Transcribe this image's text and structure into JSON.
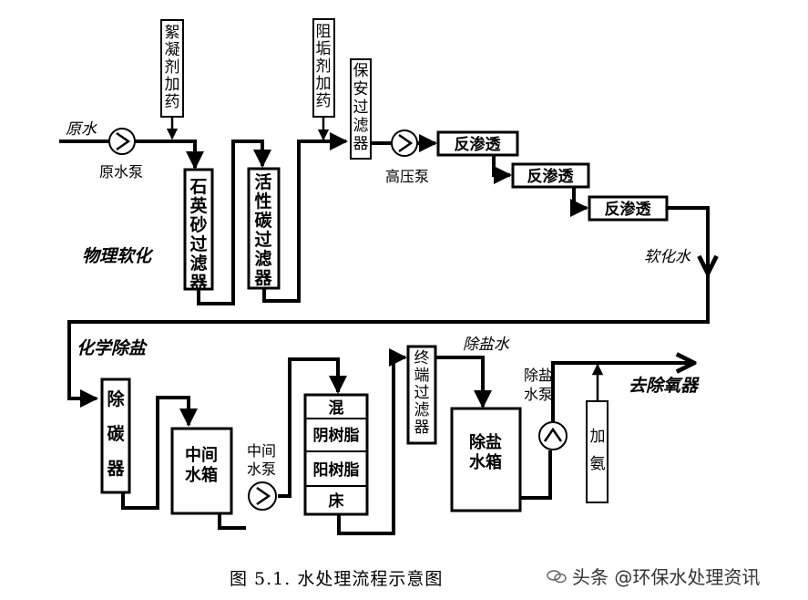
{
  "labels": {
    "raw_water": "原水",
    "raw_water_pump": "原水泵",
    "flocculant": "絮凝剂加药",
    "quartz_sand_filter": "石英砂过滤器",
    "activated_carbon_filter": "活性碳过滤器",
    "antiscalant": "阻垢剂加药",
    "security_filter": "保安过滤器",
    "high_pressure_pump": "高压泵",
    "ro": "反渗透",
    "softened_water": "软化水",
    "physical_softening": "物理软化",
    "chemical_desalination": "化学除盐",
    "decarbonizer": "除碳器",
    "middle_tank": "中间水箱",
    "middle_pump": "中间水泵",
    "mixed_bed": [
      "混",
      "阴树脂",
      "阳树脂",
      "床"
    ],
    "terminal_filter": "终端过滤器",
    "demin_water": "除盐水",
    "demin_tank": "除盐水箱",
    "demin_pump": "除盐水泵",
    "ammonia": "加氨",
    "deaerator": "去除氧器"
  },
  "caption": "图 5.1. 水处理流程示意图",
  "watermark": "头条 @环保水处理资讯"
}
